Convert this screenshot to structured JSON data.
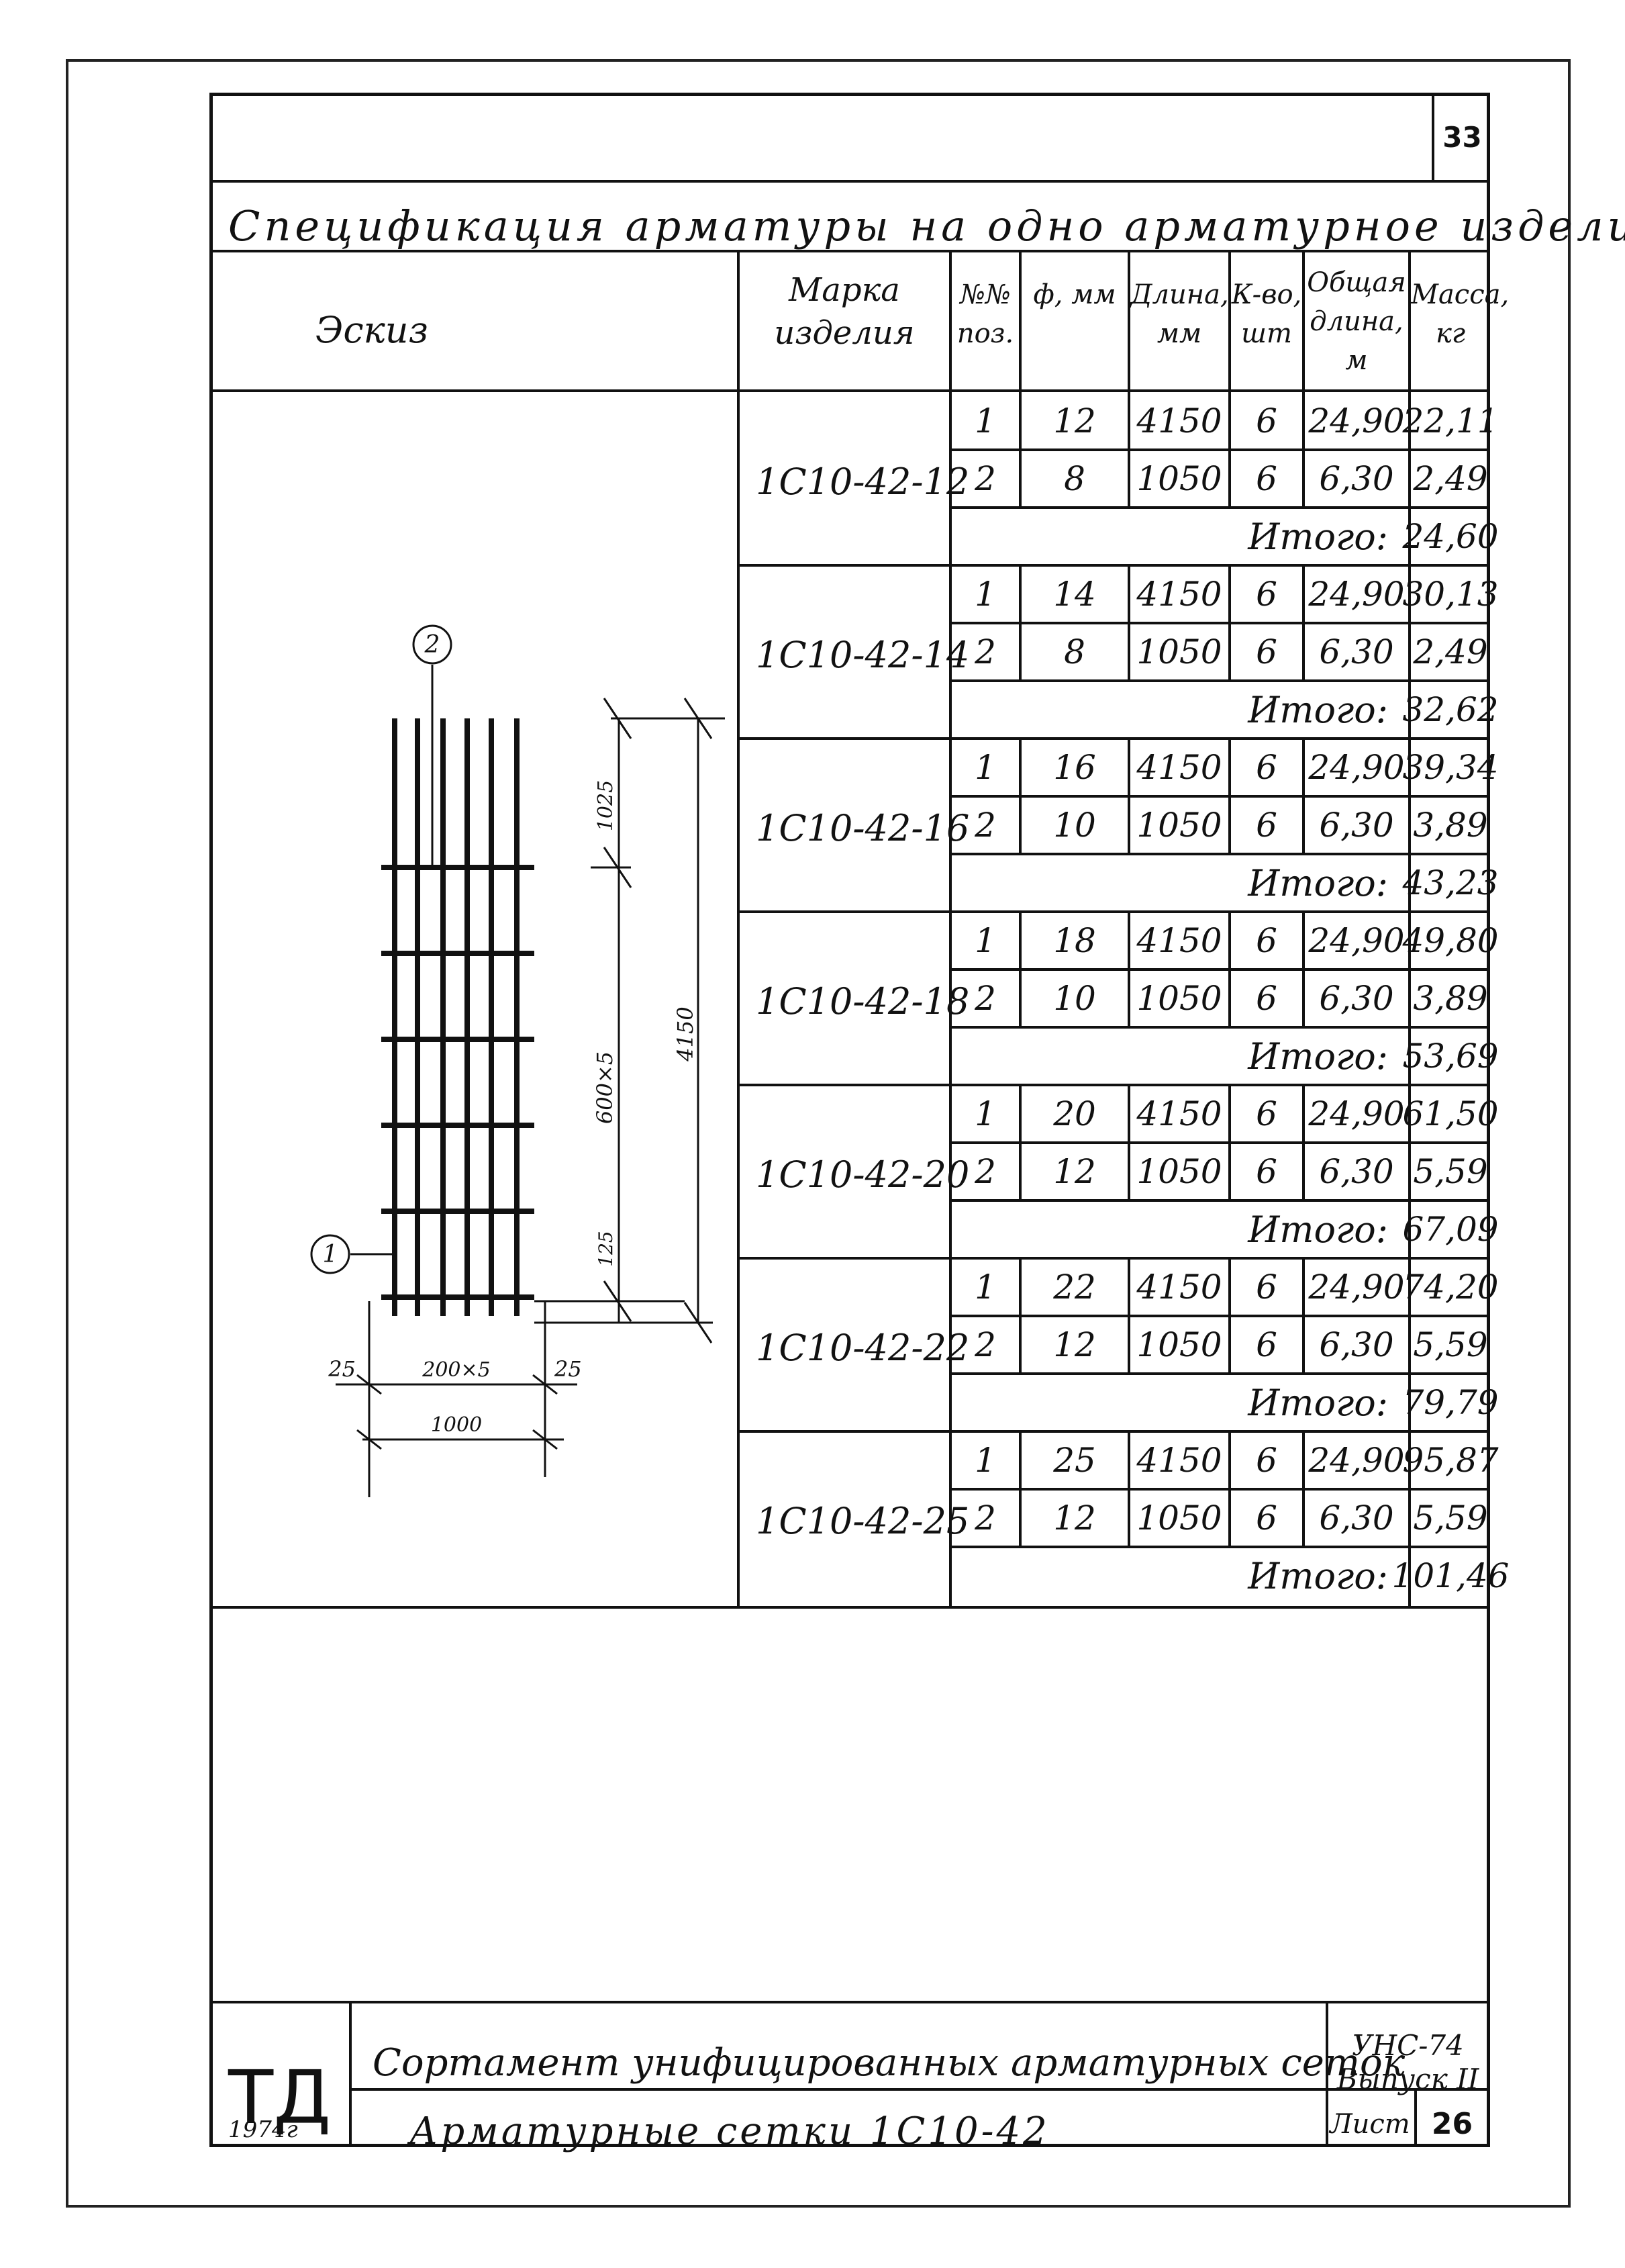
{
  "page_number": "33",
  "spec_title": "Спецификация арматуры на одно арматурное изделие",
  "headers": {
    "sketch": "Эскиз",
    "mark": "Марка изделия",
    "pos": "№№ поз.",
    "dia": "ф, мм",
    "length": "Длина, мм",
    "qty": "К-во, шт",
    "total_length": "Общая длина, м",
    "mass": "Масса, кг"
  },
  "itogo_label": "Итого:",
  "groups": [
    {
      "mark": "1С10-42-12",
      "rows": [
        [
          "1",
          "12",
          "4150",
          "6",
          "24,90",
          "22,11"
        ],
        [
          "2",
          "8",
          "1050",
          "6",
          "6,30",
          "2,49"
        ]
      ],
      "total": "24,60"
    },
    {
      "mark": "1С10-42-14",
      "rows": [
        [
          "1",
          "14",
          "4150",
          "6",
          "24,90",
          "30,13"
        ],
        [
          "2",
          "8",
          "1050",
          "6",
          "6,30",
          "2,49"
        ]
      ],
      "total": "32,62"
    },
    {
      "mark": "1С10-42-16",
      "rows": [
        [
          "1",
          "16",
          "4150",
          "6",
          "24,90",
          "39,34"
        ],
        [
          "2",
          "10",
          "1050",
          "6",
          "6,30",
          "3,89"
        ]
      ],
      "total": "43,23"
    },
    {
      "mark": "1С10-42-18",
      "rows": [
        [
          "1",
          "18",
          "4150",
          "6",
          "24,90",
          "49,80"
        ],
        [
          "2",
          "10",
          "1050",
          "6",
          "6,30",
          "3,89"
        ]
      ],
      "total": "53,69"
    },
    {
      "mark": "1С10-42-20",
      "rows": [
        [
          "1",
          "20",
          "4150",
          "6",
          "24,90",
          "61,50"
        ],
        [
          "2",
          "12",
          "1050",
          "6",
          "6,30",
          "5,59"
        ]
      ],
      "total": "67,09"
    },
    {
      "mark": "1С10-42-22",
      "rows": [
        [
          "1",
          "22",
          "4150",
          "6",
          "24,90",
          "74,20"
        ],
        [
          "2",
          "12",
          "1050",
          "6",
          "6,30",
          "5,59"
        ]
      ],
      "total": "79,79"
    },
    {
      "mark": "1С10-42-25",
      "rows": [
        [
          "1",
          "25",
          "4150",
          "6",
          "24,90",
          "95,87"
        ],
        [
          "2",
          "12",
          "1050",
          "6",
          "6,30",
          "5,59"
        ]
      ],
      "total": "101,46"
    }
  ],
  "sketch": {
    "pos1": "1",
    "pos2": "2",
    "dim_top": "1025",
    "dim_pitch": "600×5",
    "dim_total": "4150",
    "dim_bottom": "125",
    "dim_edge": "25",
    "dim_span": "200×5",
    "dim_width": "1000"
  },
  "stamp": {
    "td": "ТД",
    "year": "1974г",
    "title": "Сортамент унифицированных арматурных сеток",
    "code_line1": "УНС-74",
    "code_line2": "Выпуск II",
    "subtitle": "Арматурные сетки 1С10-42",
    "list_label": "Лист",
    "list_number": "26"
  }
}
